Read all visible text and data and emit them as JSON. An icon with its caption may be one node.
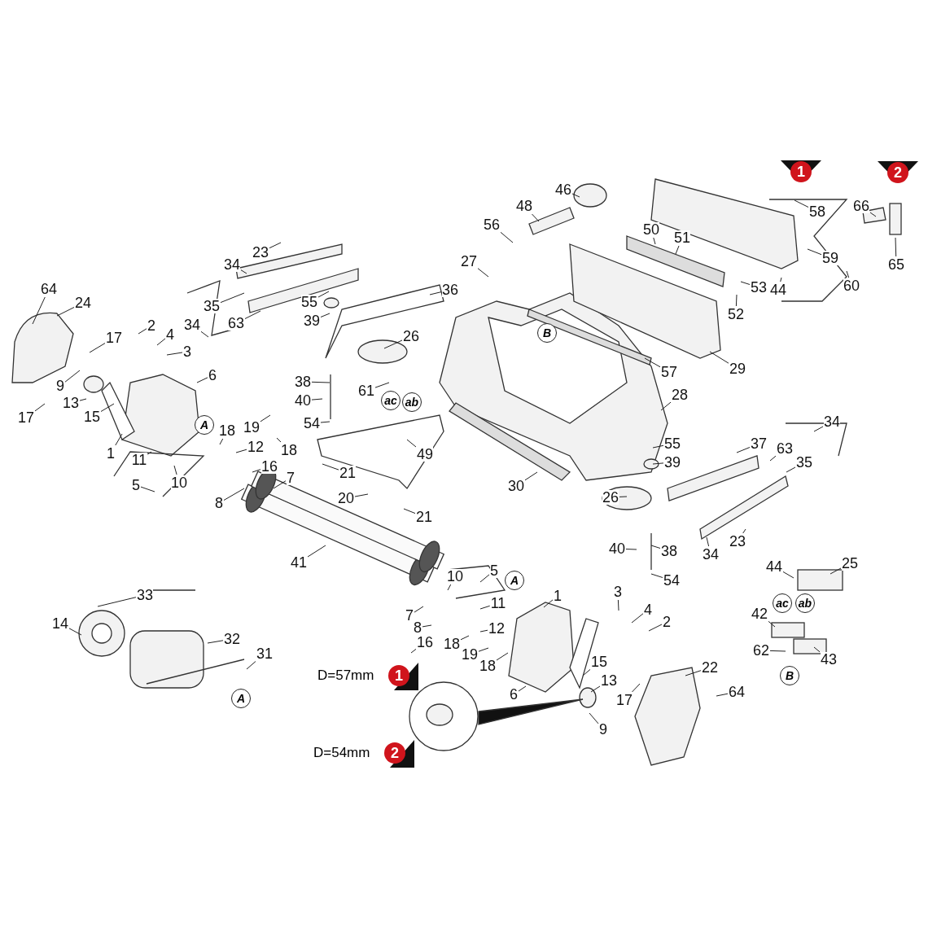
{
  "diagram": {
    "nodes": [
      {
        "text": [
          "46"
        ]
      },
      {
        "text": [
          "48"
        ]
      },
      {
        "text": [
          "56"
        ]
      },
      {
        "text": [
          "58"
        ]
      },
      {
        "text": [
          "66"
        ]
      },
      {
        "text": [
          "23"
        ]
      },
      {
        "text": [
          "34"
        ]
      },
      {
        "text": [
          "50"
        ]
      },
      {
        "text": [
          "51"
        ]
      },
      {
        "text": [
          "27"
        ]
      },
      {
        "text": [
          "59"
        ]
      },
      {
        "text": [
          "65"
        ]
      },
      {
        "text": [
          "64"
        ]
      },
      {
        "text": [
          "36"
        ]
      },
      {
        "text": [
          "53"
        ]
      },
      {
        "text": [
          "44"
        ]
      },
      {
        "text": [
          "60"
        ]
      },
      {
        "text": [
          "35"
        ]
      },
      {
        "text": [
          "55"
        ]
      },
      {
        "text": [
          "24"
        ]
      },
      {
        "text": [
          "34"
        ]
      },
      {
        "text": [
          "63"
        ]
      },
      {
        "text": [
          "39"
        ]
      },
      {
        "text": [
          "52"
        ]
      },
      {
        "text": [
          "2"
        ]
      },
      {
        "text": [
          "4"
        ]
      },
      {
        "text": [
          "17"
        ]
      },
      {
        "text": [
          "3"
        ]
      },
      {
        "text": [
          "26"
        ]
      },
      {
        "text": [
          "29"
        ]
      },
      {
        "text": [
          "57"
        ]
      },
      {
        "text": [
          "6"
        ]
      },
      {
        "text": [
          "9"
        ]
      },
      {
        "text": [
          "38"
        ]
      },
      {
        "text": [
          "61"
        ]
      },
      {
        "text": [
          "28"
        ]
      },
      {
        "text": [
          "13"
        ]
      },
      {
        "text": [
          "40"
        ]
      },
      {
        "text": [
          "17"
        ]
      },
      {
        "text": [
          "15"
        ]
      },
      {
        "text": [
          "54"
        ]
      },
      {
        "text": [
          "49"
        ]
      },
      {
        "text": [
          "34"
        ]
      },
      {
        "text": [
          "18"
        ]
      },
      {
        "text": [
          "19"
        ]
      },
      {
        "text": [
          "12"
        ]
      },
      {
        "text": [
          "18"
        ]
      },
      {
        "text": [
          "55"
        ]
      },
      {
        "text": [
          "37"
        ]
      },
      {
        "text": [
          "1"
        ]
      },
      {
        "text": [
          "11"
        ]
      },
      {
        "text": [
          "63"
        ]
      },
      {
        "text": [
          "16"
        ]
      },
      {
        "text": [
          "39"
        ]
      },
      {
        "text": [
          "21"
        ]
      },
      {
        "text": [
          "35"
        ]
      },
      {
        "text": [
          "5"
        ]
      },
      {
        "text": [
          "10"
        ]
      },
      {
        "text": [
          "7"
        ]
      },
      {
        "text": [
          "30"
        ]
      },
      {
        "text": [
          "8"
        ]
      },
      {
        "text": [
          "20"
        ]
      },
      {
        "text": [
          "21"
        ]
      },
      {
        "text": [
          "26"
        ]
      },
      {
        "text": [
          "23"
        ]
      },
      {
        "text": [
          "40"
        ]
      },
      {
        "text": [
          "38"
        ]
      },
      {
        "text": [
          "34"
        ]
      },
      {
        "text": [
          "41"
        ]
      },
      {
        "text": [
          "54"
        ]
      },
      {
        "text": [
          "44"
        ]
      },
      {
        "text": [
          "25"
        ]
      },
      {
        "text": [
          "33"
        ]
      },
      {
        "text": [
          "10"
        ]
      },
      {
        "text": [
          "5"
        ]
      },
      {
        "text": [
          "1"
        ]
      },
      {
        "text": [
          "3"
        ]
      },
      {
        "text": [
          "42"
        ]
      },
      {
        "text": [
          "14"
        ]
      },
      {
        "text": [
          "7"
        ]
      },
      {
        "text": [
          "11"
        ]
      },
      {
        "text": [
          "4"
        ]
      },
      {
        "text": [
          "2"
        ]
      },
      {
        "text": [
          "32"
        ]
      },
      {
        "text": [
          "8"
        ]
      },
      {
        "text": [
          "12"
        ]
      },
      {
        "text": [
          "16"
        ]
      },
      {
        "text": [
          "18"
        ]
      },
      {
        "text": [
          "31"
        ]
      },
      {
        "text": [
          "19"
        ]
      },
      {
        "text": [
          "62"
        ]
      },
      {
        "text": [
          "43"
        ]
      },
      {
        "text": [
          "18"
        ]
      },
      {
        "text": [
          "15"
        ]
      },
      {
        "text": [
          "22"
        ]
      },
      {
        "text": [
          "13"
        ]
      },
      {
        "text": [
          "64"
        ]
      },
      {
        "text": [
          "6"
        ]
      },
      {
        "text": [
          "17"
        ]
      },
      {
        "text": [
          "9"
        ]
      }
    ],
    "edges": [
      {
        "from": 0,
        "to": null,
        "arrow": "none"
      },
      {
        "from": 1,
        "to": null,
        "arrow": "none"
      },
      {
        "from": 2,
        "to": null,
        "arrow": "none"
      },
      {
        "from": 3,
        "to": null,
        "arrow": "none"
      },
      {
        "from": 4,
        "to": null,
        "arrow": "none"
      },
      {
        "from": 5,
        "to": null,
        "arrow": "none"
      },
      {
        "from": 6,
        "to": null,
        "arrow": "none"
      },
      {
        "from": 7,
        "to": null,
        "arrow": "none"
      },
      {
        "from": 8,
        "to": null,
        "arrow": "none"
      },
      {
        "from": 9,
        "to": null,
        "arrow": "none"
      },
      {
        "from": 10,
        "to": null,
        "arrow": "none"
      },
      {
        "from": 11,
        "to": null,
        "arrow": "none"
      },
      {
        "from": 12,
        "to": null,
        "arrow": "none"
      },
      {
        "from": 13,
        "to": null,
        "arrow": "none"
      },
      {
        "from": 14,
        "to": null,
        "arrow": "none"
      },
      {
        "from": 15,
        "to": null,
        "arrow": "none"
      },
      {
        "from": 16,
        "to": null,
        "arrow": "none"
      },
      {
        "from": 17,
        "to": null,
        "arrow": "none"
      },
      {
        "from": 18,
        "to": null,
        "arrow": "none"
      },
      {
        "from": 19,
        "to": null,
        "arrow": "none"
      },
      {
        "from": 20,
        "to": null,
        "arrow": "none"
      },
      {
        "from": 21,
        "to": null,
        "arrow": "none"
      },
      {
        "from": 22,
        "to": null,
        "arrow": "none"
      },
      {
        "from": 23,
        "to": null,
        "arrow": "none"
      },
      {
        "from": 24,
        "to": null,
        "arrow": "none"
      },
      {
        "from": 25,
        "to": null,
        "arrow": "none"
      },
      {
        "from": 26,
        "to": null,
        "arrow": "none"
      },
      {
        "from": 27,
        "to": null,
        "arrow": "none"
      },
      {
        "from": 28,
        "to": null,
        "arrow": "none"
      },
      {
        "from": 29,
        "to": null,
        "arrow": "none"
      },
      {
        "from": 30,
        "to": null,
        "arrow": "none"
      },
      {
        "from": 31,
        "to": null,
        "arrow": "none"
      },
      {
        "from": 32,
        "to": null,
        "arrow": "none"
      },
      {
        "from": 33,
        "to": null,
        "arrow": "none"
      },
      {
        "from": 34,
        "to": null,
        "arrow": "none"
      },
      {
        "from": 35,
        "to": null,
        "arrow": "none"
      },
      {
        "from": 36,
        "to": null,
        "arrow": "none"
      },
      {
        "from": 37,
        "to": null,
        "arrow": "none"
      },
      {
        "from": 38,
        "to": null,
        "arrow": "none"
      },
      {
        "from": 39,
        "to": null,
        "arrow": "none"
      },
      {
        "from": 40,
        "to": null,
        "arrow": "none"
      },
      {
        "from": 41,
        "to": null,
        "arrow": "none"
      },
      {
        "from": 42,
        "to": null,
        "arrow": "none"
      },
      {
        "from": 43,
        "to": null,
        "arrow": "none"
      },
      {
        "from": 44,
        "to": null,
        "arrow": "none"
      },
      {
        "from": 45,
        "to": null,
        "arrow": "none"
      },
      {
        "from": 46,
        "to": null,
        "arrow": "none"
      },
      {
        "from": 47,
        "to": null,
        "arrow": "none"
      },
      {
        "from": 48,
        "to": null,
        "arrow": "none"
      },
      {
        "from": 49,
        "to": null,
        "arrow": "none"
      },
      {
        "from": 50,
        "to": null,
        "arrow": "none"
      },
      {
        "from": 51,
        "to": null,
        "arrow": "none"
      },
      {
        "from": 52,
        "to": null,
        "arrow": "none"
      },
      {
        "from": 53,
        "to": null,
        "arrow": "none"
      },
      {
        "from": 54,
        "to": null,
        "arrow": "none"
      },
      {
        "from": 55,
        "to": null,
        "arrow": "none"
      },
      {
        "from": 56,
        "to": null,
        "arrow": "none"
      },
      {
        "from": 57,
        "to": null,
        "arrow": "none"
      },
      {
        "from": 58,
        "to": null,
        "arrow": "none"
      },
      {
        "from": 59,
        "to": null,
        "arrow": "none"
      },
      {
        "from": 60,
        "to": null,
        "arrow": "none"
      },
      {
        "from": 61,
        "to": null,
        "arrow": "none"
      },
      {
        "from": 62,
        "to": null,
        "arrow": "none"
      },
      {
        "from": 63,
        "to": null,
        "arrow": "none"
      },
      {
        "from": 64,
        "to": null,
        "arrow": "none"
      },
      {
        "from": 65,
        "to": null,
        "arrow": "none"
      },
      {
        "from": 66,
        "to": null,
        "arrow": "none"
      },
      {
        "from": 67,
        "to": null,
        "arrow": "none"
      },
      {
        "from": 68,
        "to": null,
        "arrow": "none"
      },
      {
        "from": 69,
        "to": null,
        "arrow": "none"
      },
      {
        "from": 70,
        "to": null,
        "arrow": "none"
      },
      {
        "from": 71,
        "to": null,
        "arrow": "none"
      },
      {
        "from": 72,
        "to": null,
        "arrow": "none"
      },
      {
        "from": 73,
        "to": null,
        "arrow": "none"
      },
      {
        "from": 74,
        "to": null,
        "arrow": "none"
      },
      {
        "from": 75,
        "to": null,
        "arrow": "none"
      },
      {
        "from": 76,
        "to": null,
        "arrow": "none"
      },
      {
        "from": 77,
        "to": null,
        "arrow": "none"
      },
      {
        "from": 78,
        "to": null,
        "arrow": "none"
      },
      {
        "from": 79,
        "to": null,
        "arrow": "none"
      },
      {
        "from": 80,
        "to": null,
        "arrow": "none"
      },
      {
        "from": 81,
        "to": null,
        "arrow": "none"
      },
      {
        "from": 82,
        "to": null,
        "arrow": "none"
      },
      {
        "from": 83,
        "to": null,
        "arrow": "none"
      },
      {
        "from": 84,
        "to": null,
        "arrow": "none"
      },
      {
        "from": 85,
        "to": null,
        "arrow": "none"
      },
      {
        "from": 86,
        "to": null,
        "arrow": "none"
      },
      {
        "from": 87,
        "to": null,
        "arrow": "none"
      },
      {
        "from": 88,
        "to": null,
        "arrow": "none"
      },
      {
        "from": 89,
        "to": null,
        "arrow": "none"
      },
      {
        "from": 90,
        "to": null,
        "arrow": "none"
      },
      {
        "from": 91,
        "to": null,
        "arrow": "none"
      },
      {
        "from": 92,
        "to": null,
        "arrow": "none"
      },
      {
        "from": 93,
        "to": null,
        "arrow": "none"
      },
      {
        "from": 94,
        "to": null,
        "arrow": "none"
      },
      {
        "from": 95,
        "to": null,
        "arrow": "none"
      },
      {
        "from": 96,
        "to": null,
        "arrow": "none"
      },
      {
        "from": 97,
        "to": null,
        "arrow": "none"
      },
      {
        "from": 98,
        "to": null,
        "arrow": "none"
      },
      {
        "from": 99,
        "to": null,
        "arrow": "none"
      }
    ],
    "labels": [
      "1",
      "2",
      "B",
      "ac",
      "ab",
      "A",
      "A",
      "ac",
      "ab",
      "B",
      "A",
      "D=57mm",
      "1",
      "D=54mm",
      "2"
    ]
  }
}
